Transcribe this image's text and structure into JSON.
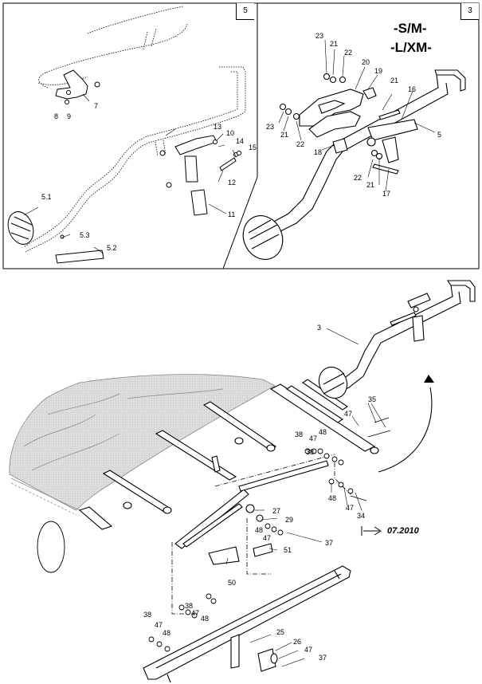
{
  "panels": {
    "left_tag": "5",
    "right_tag": "3",
    "variant_line1": "-S/M-",
    "variant_line2": "-L/XM-"
  },
  "date_note": "07.2010",
  "callouts_left": {
    "c5_1": "5.1",
    "c5_2": "5.2",
    "c5_3": "5.3",
    "c7": "7",
    "c8": "8",
    "c9": "9",
    "c10": "10",
    "c11": "11",
    "c12": "12",
    "c13": "13",
    "c14": "14",
    "c15": "15"
  },
  "callouts_right": {
    "c23a": "23",
    "c21a": "21",
    "c22a": "22",
    "c20": "20",
    "c19": "19",
    "c21b": "21",
    "c16": "16",
    "c23b": "23",
    "c21c": "21",
    "c22b": "22",
    "c18": "18",
    "c5": "5",
    "c22c": "22",
    "c21d": "21",
    "c17": "17"
  },
  "callouts_main": {
    "c3": "3",
    "c35": "35",
    "c47a": "47",
    "c38a": "38",
    "c47b": "47",
    "c48a": "48",
    "c38b": "38",
    "c48b": "48",
    "c47c": "47",
    "c34": "34",
    "c27": "27",
    "c29": "29",
    "c48c": "48",
    "c47d": "47",
    "c37a": "37",
    "c51": "51",
    "c50": "50",
    "c38c": "38",
    "c47e": "47",
    "c48d": "48",
    "c38d": "38",
    "c47f": "47",
    "c48e": "48",
    "c25": "25",
    "c26": "26",
    "c47g": "47",
    "c37b": "37"
  }
}
